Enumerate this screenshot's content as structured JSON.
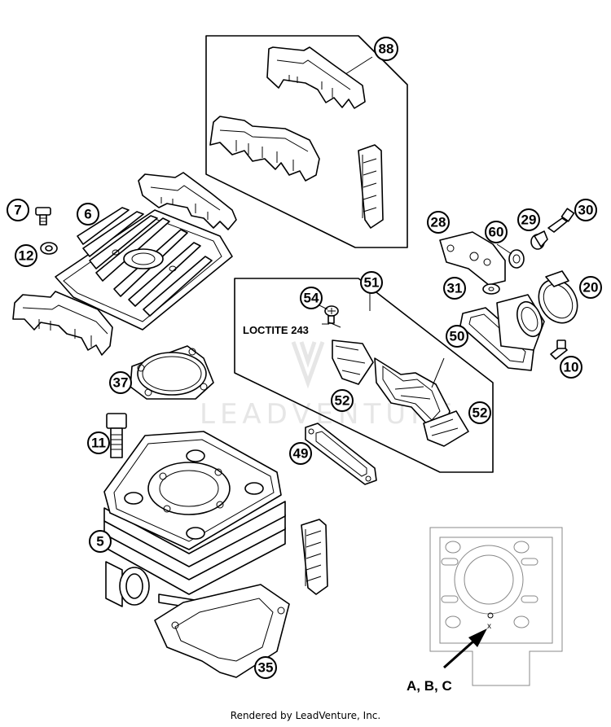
{
  "callouts": {
    "c88": "88",
    "c7": "7",
    "c6": "6",
    "c12": "12",
    "c28": "28",
    "c60": "60",
    "c29": "29",
    "c30": "30",
    "c51": "51",
    "c54": "54",
    "c31": "31",
    "c20": "20",
    "c50": "50",
    "c10": "10",
    "c37": "37",
    "c52a": "52",
    "c52b": "52",
    "c11": "11",
    "c49": "49",
    "c5": "5",
    "c35": "35"
  },
  "labels": {
    "loctite": "LOCTITE 243",
    "abc": "A, B, C",
    "watermark": "LEADVENTURE"
  },
  "footer": "Rendered by LeadVenture, Inc."
}
